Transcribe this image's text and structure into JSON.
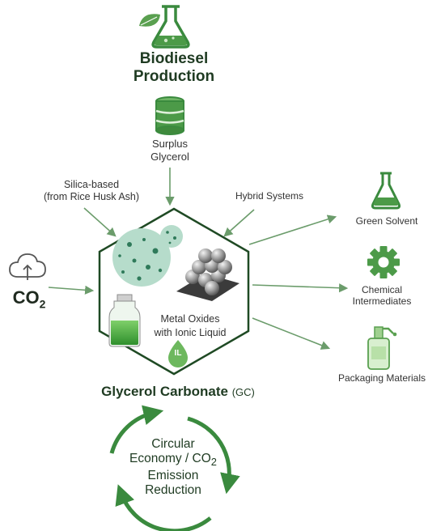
{
  "source": {
    "title_line1": "Biodiesel",
    "title_line2": "Production",
    "byproduct_line1": "Surplus",
    "byproduct_line2": "Glycerol"
  },
  "inputs": {
    "co2_main": "CO",
    "co2_sub": "2"
  },
  "catalysts": {
    "silica_line1": "Silica-based",
    "silica_line2": "(from Rice Husk Ash)",
    "hybrid": "Hybrid Systems",
    "metal_line1": "Metal Oxides",
    "metal_line2": "with Ionic Liquid",
    "il_badge": "IL"
  },
  "product": {
    "name": "Glycerol Carbonate",
    "abbr": "(GC)"
  },
  "applications": {
    "green_solvent": "Green Solvent",
    "chemical_line1": "Chemical",
    "chemical_line2": "Intermediates",
    "packaging": "Packaging Materials"
  },
  "cycle": {
    "line1": "Circular",
    "line2_main": "Economy / CO",
    "line2_sub": "2",
    "line3": "Emission",
    "line4": "Reduction"
  },
  "colors": {
    "primary_green": "#3a8a3e",
    "light_green": "#8fc58a",
    "arrow_green": "#6b9c6b",
    "dark_text": "#1f3b22"
  }
}
